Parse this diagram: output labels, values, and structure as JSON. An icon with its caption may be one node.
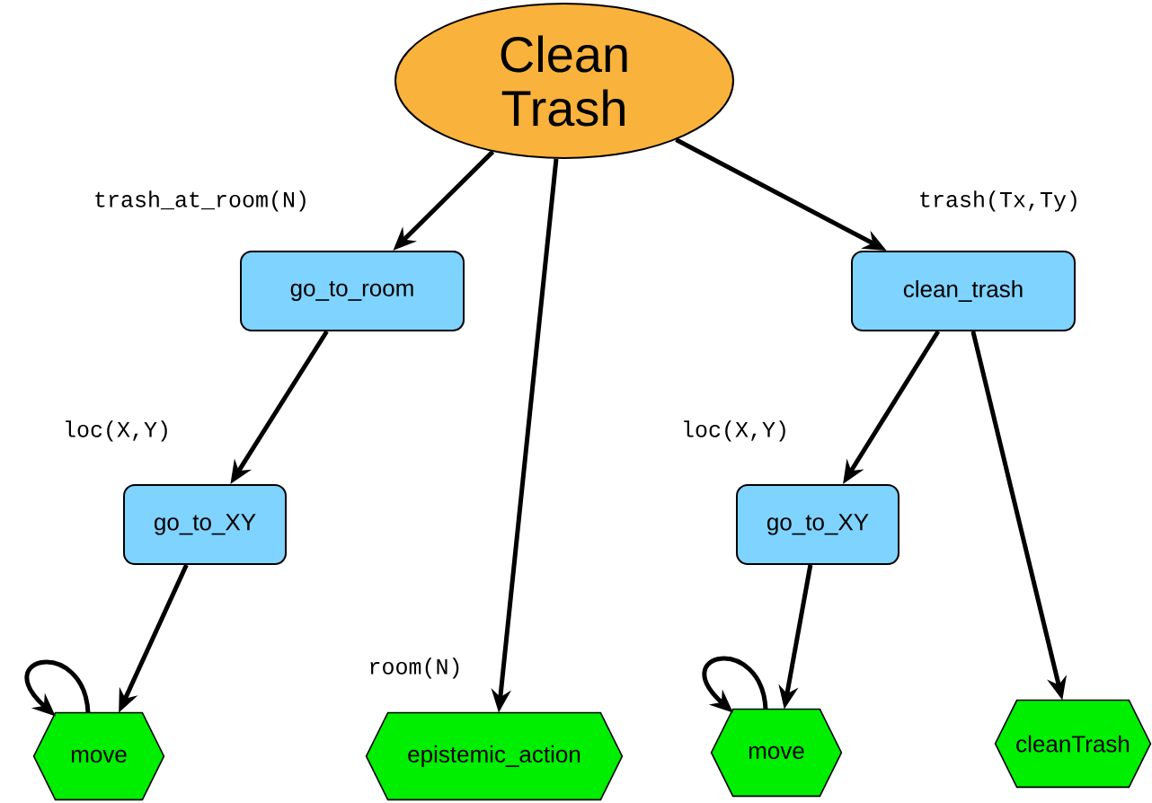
{
  "diagram": {
    "nodes": [
      {
        "text": [
          "Clean Trash"
        ]
      },
      {
        "text": [
          "go_to_room"
        ]
      },
      {
        "text": [
          "go_to_XY"
        ]
      },
      {
        "text": [
          "move"
        ]
      },
      {
        "text": [
          "epistemic_action"
        ]
      },
      {
        "text": [
          "clean_trash"
        ]
      },
      {
        "text": [
          "go_to_XY"
        ]
      },
      {
        "text": [
          "move"
        ]
      },
      {
        "text": [
          "cleanTrash"
        ]
      }
    ],
    "edges": [
      {
        "from": 0,
        "to": 1,
        "arrow": "to",
        "label": "trash_at_room(N)"
      },
      {
        "from": 1,
        "to": 2,
        "arrow": "to",
        "label": "loc(X,Y)"
      },
      {
        "from": 2,
        "to": 3,
        "arrow": "to"
      },
      {
        "from": 3,
        "to": 3,
        "arrow": "to"
      },
      {
        "from": 0,
        "to": 4,
        "arrow": "to",
        "label": "room(N)"
      },
      {
        "from": 0,
        "to": 5,
        "arrow": "to",
        "label": "trash(Tx,Ty)"
      },
      {
        "from": 5,
        "to": 6,
        "arrow": "to",
        "label": "loc(X,Y)"
      },
      {
        "from": 6,
        "to": 7,
        "arrow": "to"
      },
      {
        "from": 7,
        "to": 7,
        "arrow": "to"
      },
      {
        "from": 5,
        "to": 8,
        "arrow": "to"
      }
    ]
  }
}
